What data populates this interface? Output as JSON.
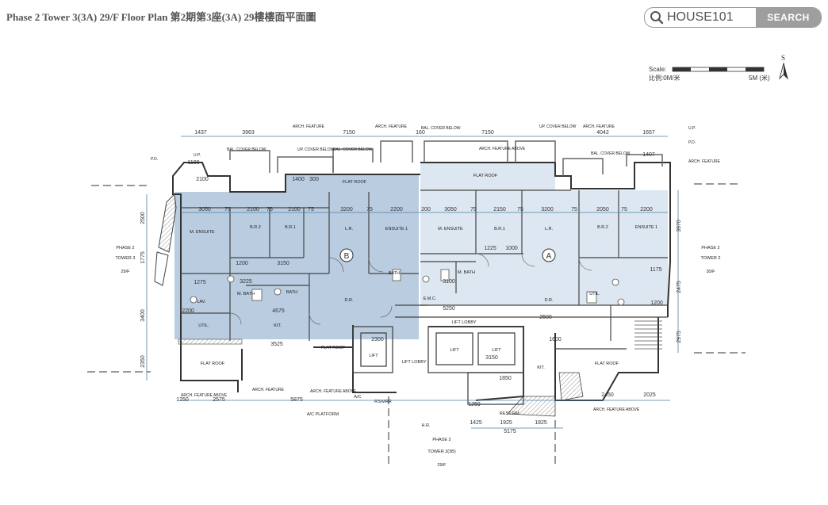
{
  "header": {
    "title": "Phase 2 Tower 3(3A) 29/F Floor Plan  第2期第3座(3A) 29樓樓面平面圖",
    "search_code": "HOUSE101",
    "search_label": "SEARCH"
  },
  "scale": {
    "label": "Scale:",
    "sub_label": "比例:0M/米",
    "end_label": "5M (米)",
    "north": "S"
  },
  "units": {
    "b": "B",
    "a": "A"
  },
  "rooms": {
    "m_ensuite_b": "M. ENSUITE",
    "br2_b": "B.R.2",
    "br1_b": "B.R.1",
    "lr_b": "L.R.",
    "ensuite1_b": "ENSUITE 1",
    "m_ensuite_mid": "M. ENSUITE",
    "br1_a": "B.R.1",
    "lr_a": "L.R.",
    "br2_a": "B.R.2",
    "ensuite1_a": "ENSUITE 1",
    "m_bath_b": "M. BATH",
    "bath_b": "BATH",
    "lav_b": "LAV.",
    "util_b": "UTIL.",
    "kit_b": "KIT.",
    "dr_b": "D.R.",
    "flat_roof_b": "FLAT ROOF",
    "flat_roof_b2": "FLAT ROOF",
    "lift_b": "LIFT",
    "lift_lobby_b": "LIFT LOBBY",
    "lift_lobby_mid": "LIFT LOBBY",
    "lift_1": "LIFT",
    "lift_2": "LIFT",
    "emc": "E.M.C.",
    "bath_mid": "BATH",
    "m_bath_mid": "M. BATH",
    "dr_a": "D.R.",
    "kit_a": "KIT.",
    "util_a": "UTIL.",
    "flat_roof_a": "FLAT ROOF",
    "flat_roof_top": "FLAT ROOF",
    "flat_roof_top2": "FLAT ROOF",
    "rest_rm": "REST RM.",
    "rs_mrr": "RS/MRR",
    "ac": "A/C",
    "ac_platform": "A/C PLATFORM",
    "hr": "H.R."
  },
  "annotations": {
    "arch_feature_1": "ARCH. FEATURE",
    "arch_feature_2": "ARCH. FEATURE",
    "arch_feature_3": "ARCH. FEATURE",
    "arch_feature_4": "ARCH. FEATURE",
    "arch_feature_above_1": "ARCH. FEATURE ABOVE",
    "arch_feature_above_2": "ARCH. FEATURE ABOVE",
    "arch_feature_above_3": "ARCH. FEATURE ABOVE",
    "arch_feature_above_4": "ARCH. FEATURE ABOVE",
    "bal_cover_below_1": "BAL. COVER BELOW",
    "bal_cover_below_2": "BAL. COVER BELOW",
    "bal_cover_below_3": "BAL. COVER BELOW",
    "bal_cover_below_4": "BAL. COVER BELOW",
    "up_cover_below_1": "UP. COVER BELOW",
    "up_cover_below_2": "UP. COVER BELOW",
    "up_1": "U.P.",
    "up_2": "U.P.",
    "pd_1": "P.D.",
    "pd_2": "P.D.",
    "arch_feature_right": "ARCH. FEATURE"
  },
  "neighbours": {
    "left": [
      "PHASE 2",
      "TOWER 3",
      "29/F"
    ],
    "right": [
      "PHASE 2",
      "TOWER 2",
      "30/F"
    ],
    "bottom": [
      "PHASE 2",
      "TOWER 3(3B)",
      "29/F"
    ]
  },
  "dimensions": {
    "top": [
      "1437",
      "3963",
      "7150",
      "160",
      "7150",
      "4042",
      "1657"
    ],
    "top_row2": [
      "1188",
      "2100",
      "1400",
      "300",
      "1407"
    ],
    "bottom": [
      "1250",
      "2575",
      "5875",
      "1259",
      "2450",
      "2025"
    ],
    "bottom_row2": [
      "1425",
      "1925",
      "1825",
      "5175"
    ],
    "left": [
      "2500",
      "1775",
      "3400",
      "2350"
    ],
    "right": [
      "3970",
      "2475",
      "2975"
    ],
    "row_b": [
      "3050",
      "75",
      "2100",
      "75",
      "2100",
      "75",
      "3200",
      "75",
      "2200"
    ],
    "row_a": [
      "200",
      "3050",
      "75",
      "2150",
      "75",
      "3200",
      "75",
      "2050",
      "75",
      "2200"
    ],
    "misc": [
      "1200",
      "3150",
      "1275",
      "2200",
      "4675",
      "3525",
      "5250",
      "2300",
      "2500",
      "1600",
      "3150",
      "1850",
      "1175",
      "1200",
      "3225",
      "3100",
      "1225",
      "1000"
    ]
  }
}
